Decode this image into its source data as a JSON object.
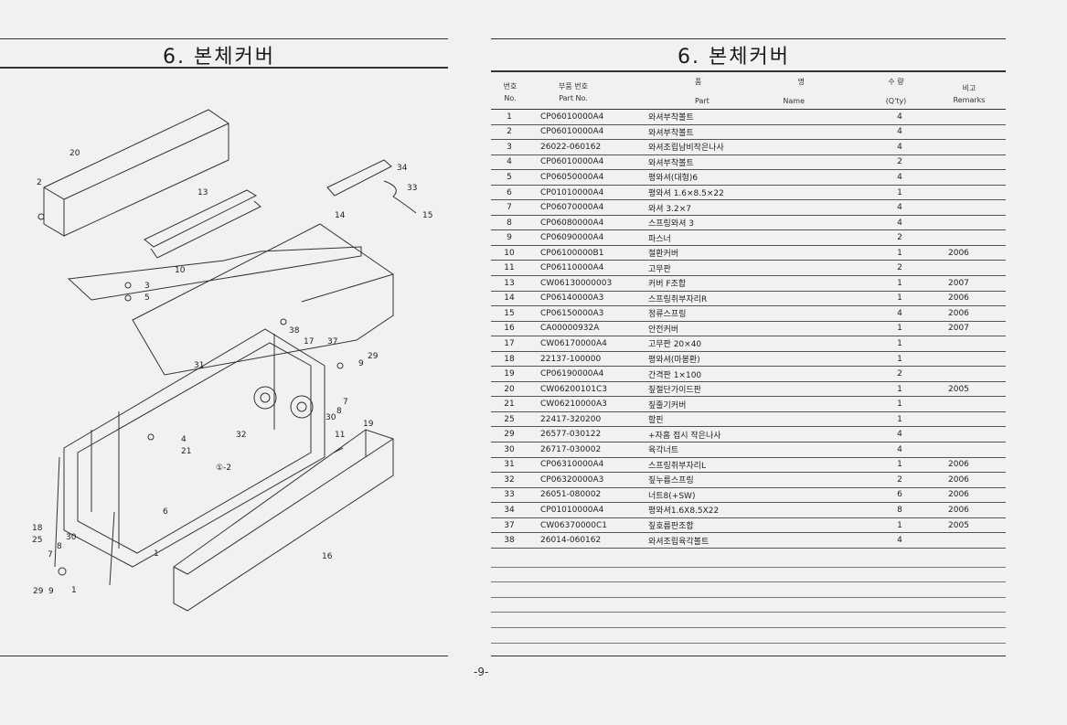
{
  "left_page": {
    "title": "6. 본체커버",
    "callouts": {
      "c20": "20",
      "c2": "2",
      "c13": "13",
      "c34": "34",
      "c33": "33",
      "c15": "15",
      "c14": "14",
      "c10": "10",
      "c3": "3",
      "c5": "5",
      "c38": "38",
      "c17": "17",
      "c37": "37",
      "c31": "31",
      "c29a": "29",
      "c9a": "9",
      "c7": "7",
      "c8": "8",
      "c30a": "30",
      "c11": "11",
      "c19": "19",
      "c32": "32",
      "c4": "4",
      "c21": "21",
      "c1_2": "①-2",
      "c6": "6",
      "c18": "18",
      "c25": "25",
      "c30b": "30",
      "c8b": "8",
      "c7b": "7",
      "c29b": "29",
      "c9b": "9",
      "c1": "1",
      "c16": "16",
      "c1b": "1"
    }
  },
  "right_page": {
    "title": "6. 본체커버",
    "header": {
      "no_kr": "번호",
      "no_en": "No.",
      "code_kr": "부품 번호",
      "code_en": "Part No.",
      "name_kr_1": "품",
      "name_kr_2": "명",
      "name_en_1": "Part",
      "name_en_2": "Name",
      "qty_kr": "수 량",
      "qty_en": "(Q'ty)",
      "rem_kr": "비고",
      "rem_en": "Remarks"
    },
    "rows": [
      {
        "no": "1",
        "code": "CP06010000A4",
        "name": "와셔부착볼트",
        "qty": "4",
        "remark": ""
      },
      {
        "no": "2",
        "code": "CP06010000A4",
        "name": "와셔부착볼트",
        "qty": "4",
        "remark": ""
      },
      {
        "no": "3",
        "code": "26022-060162",
        "name": "와셔조립남비작은나사",
        "qty": "4",
        "remark": ""
      },
      {
        "no": "4",
        "code": "CP06010000A4",
        "name": "와셔부착볼트",
        "qty": "2",
        "remark": ""
      },
      {
        "no": "5",
        "code": "CP06050000A4",
        "name": "평와셔(대형)6",
        "qty": "4",
        "remark": ""
      },
      {
        "no": "6",
        "code": "CP01010000A4",
        "name": "평와셔 1.6×8.5×22",
        "qty": "1",
        "remark": ""
      },
      {
        "no": "7",
        "code": "CP06070000A4",
        "name": "와셔 3.2×7",
        "qty": "4",
        "remark": ""
      },
      {
        "no": "8",
        "code": "CP06080000A4",
        "name": "스프링와셔 3",
        "qty": "4",
        "remark": ""
      },
      {
        "no": "9",
        "code": "CP06090000A4",
        "name": "파스너",
        "qty": "2",
        "remark": ""
      },
      {
        "no": "10",
        "code": "CP06100000B1",
        "name": "절환커버",
        "qty": "1",
        "remark": "2006"
      },
      {
        "no": "11",
        "code": "CP06110000A4",
        "name": "고무판",
        "qty": "2",
        "remark": ""
      },
      {
        "no": "13",
        "code": "CW06130000003",
        "name": "커버 F조합",
        "qty": "1",
        "remark": "2007"
      },
      {
        "no": "14",
        "code": "CP06140000A3",
        "name": "스프링취부자리R",
        "qty": "1",
        "remark": "2006"
      },
      {
        "no": "15",
        "code": "CP06150000A3",
        "name": "정류스프링",
        "qty": "4",
        "remark": "2006"
      },
      {
        "no": "16",
        "code": "CA00000932A",
        "name": "안전커버",
        "qty": "1",
        "remark": "2007"
      },
      {
        "no": "17",
        "code": "CW06170000A4",
        "name": "고무판 20×40",
        "qty": "1",
        "remark": ""
      },
      {
        "no": "18",
        "code": "22137-100000",
        "name": "평와셔(마봉환)",
        "qty": "1",
        "remark": ""
      },
      {
        "no": "19",
        "code": "CP06190000A4",
        "name": "간격판 1×100",
        "qty": "2",
        "remark": ""
      },
      {
        "no": "20",
        "code": "CW06200101C3",
        "name": "짚절단가이드판",
        "qty": "1",
        "remark": "2005"
      },
      {
        "no": "21",
        "code": "CW06210000A3",
        "name": "짚줄기커버",
        "qty": "1",
        "remark": ""
      },
      {
        "no": "25",
        "code": "22417-320200",
        "name": "할핀",
        "qty": "1",
        "remark": ""
      },
      {
        "no": "29",
        "code": "26577-030122",
        "name": "+자홈 접시 작은나사",
        "qty": "4",
        "remark": ""
      },
      {
        "no": "30",
        "code": "26717-030002",
        "name": "육각너트",
        "qty": "4",
        "remark": ""
      },
      {
        "no": "31",
        "code": "CP06310000A4",
        "name": "스프링취부자리L",
        "qty": "1",
        "remark": "2006"
      },
      {
        "no": "32",
        "code": "CP06320000A3",
        "name": "짚누름스프링",
        "qty": "2",
        "remark": "2006"
      },
      {
        "no": "33",
        "code": "26051-080002",
        "name": "너트8(+SW)",
        "qty": "6",
        "remark": "2006"
      },
      {
        "no": "34",
        "code": "CP01010000A4",
        "name": "평와셔1.6X8.5X22",
        "qty": "8",
        "remark": "2006"
      },
      {
        "no": "37",
        "code": "CW06370000C1",
        "name": "짚호름판조합",
        "qty": "1",
        "remark": "2005"
      },
      {
        "no": "38",
        "code": "26014-060162",
        "name": "와셔조립육각볼트",
        "qty": "4",
        "remark": ""
      }
    ]
  },
  "page_number": "-9-"
}
